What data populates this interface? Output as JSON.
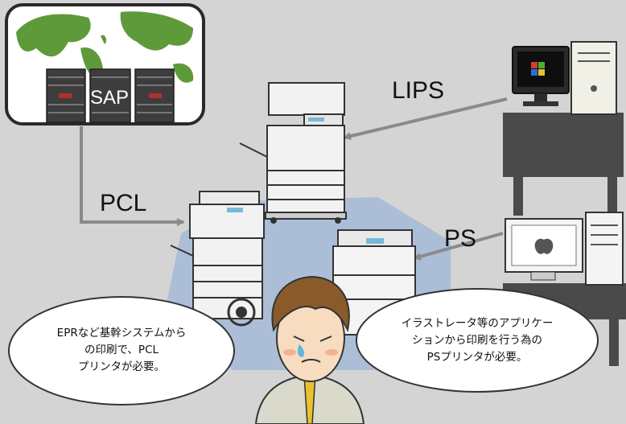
{
  "colors": {
    "background": "#d4d4d4",
    "arrow": "#8a8a8a",
    "map_water": "#ffffff",
    "map_land": "#5e9a3a",
    "map_frame": "#2a2a2a",
    "floor_highlight": "#9fb7d8",
    "machine_body": "#f2f2f2",
    "machine_outline": "#333333",
    "screen": "#0e0e0e",
    "desk": "#4a4a4a",
    "panel_accent": "#79b9d8"
  },
  "labels": {
    "sap": "SAP",
    "lips": "LIPS",
    "pcl": "PCL",
    "ps": "PS"
  },
  "bubbles": {
    "left": {
      "line1": "EPRなど基幹システムから",
      "line2": "の印刷で、PCL",
      "line3": "プリンタが必要。"
    },
    "right": {
      "line1": "イラストレータ等のアプリケー",
      "line2": "ションから印刷を行う為の",
      "line3": "PSプリンタが必要。"
    }
  },
  "icons": {
    "server_map": "server-map-icon",
    "windows_pc": "windows-pc-icon",
    "mac_pc": "mac-pc-icon",
    "person": "worried-person-icon"
  }
}
